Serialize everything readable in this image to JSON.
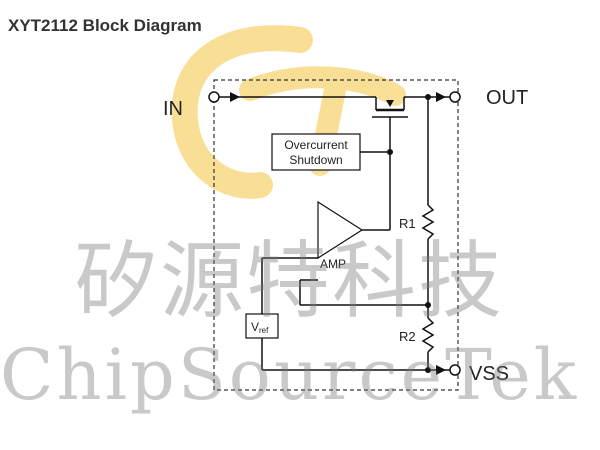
{
  "title": "XYT2112 Block Diagram",
  "pins": {
    "in": "IN",
    "out": "OUT",
    "vss": "VSS"
  },
  "blocks": {
    "ocp_line1": "Overcurrent",
    "ocp_line2": "Shutdown",
    "amp": "AMP",
    "vref_main": "V",
    "vref_sub": "ref"
  },
  "resistors": {
    "r1": "R1",
    "r2": "R2"
  },
  "watermark": {
    "chinese": "矽源特科技",
    "english": "ChipSourceTek",
    "logo_color": "#f5c542"
  },
  "colors": {
    "line": "#111111",
    "dashed_border": "#333333"
  }
}
